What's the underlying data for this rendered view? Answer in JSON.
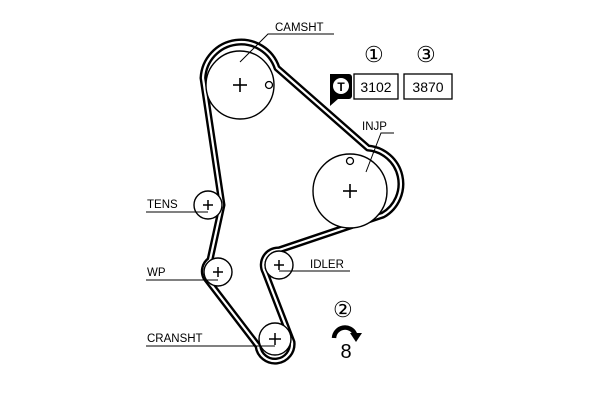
{
  "labels": {
    "camshaft": "CAMSHT",
    "injection_pump": "INJP",
    "tensioner": "TENS",
    "idler": "IDLER",
    "water_pump": "WP",
    "crankshaft": "CRANSHT"
  },
  "circled_numbers": {
    "one": "①",
    "two": "②",
    "three": "③"
  },
  "specs": {
    "badge_letter": "T",
    "value_1": "3102",
    "value_2": "3870"
  },
  "rotation": {
    "count": "8"
  }
}
